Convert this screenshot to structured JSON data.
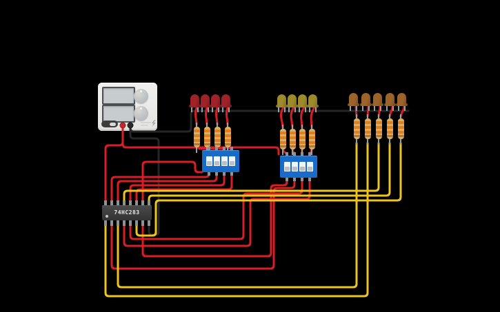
{
  "app": {
    "background_color": "#000000"
  },
  "power_supply": {
    "name": "power-supply",
    "body_color": "#ececea",
    "display_count": 2,
    "knob_count": 2,
    "terminal_positive_color": "#c4282d",
    "terminal_negative_color": "#2b2b2b",
    "brand_icon": "lightning-icon"
  },
  "ic": {
    "label": "74HC283",
    "body_color": "#3f3f3f",
    "pin_count": 16
  },
  "dip_switches": [
    {
      "on_label": "ON",
      "pin_labels": [
        "1",
        "2",
        "3",
        "4"
      ],
      "body_color": "#186bc9"
    },
    {
      "on_label": "ON",
      "pin_labels": [
        "1",
        "2",
        "3",
        "4"
      ],
      "body_color": "#186bc9"
    }
  ],
  "led_groups": [
    {
      "name": "input-a-leds",
      "count": 4,
      "color": "#9e2227",
      "flange": "#801a1f"
    },
    {
      "name": "input-b-leds",
      "count": 4,
      "color": "#9d8b2b",
      "flange": "#7f7022"
    },
    {
      "name": "sum-leds",
      "count": 5,
      "color": "#9c642b",
      "flange": "#7e4f20"
    }
  ],
  "resistor": {
    "body_color": "#d8b06c",
    "band_colors": [
      "#e2811c",
      "#e2811c",
      "#e2811c",
      "#b07a36"
    ],
    "count": 13
  },
  "wire_colors": {
    "positive_red": "#d81f26",
    "signal_yellow": "#eec51f",
    "ground_black": "#262626"
  }
}
